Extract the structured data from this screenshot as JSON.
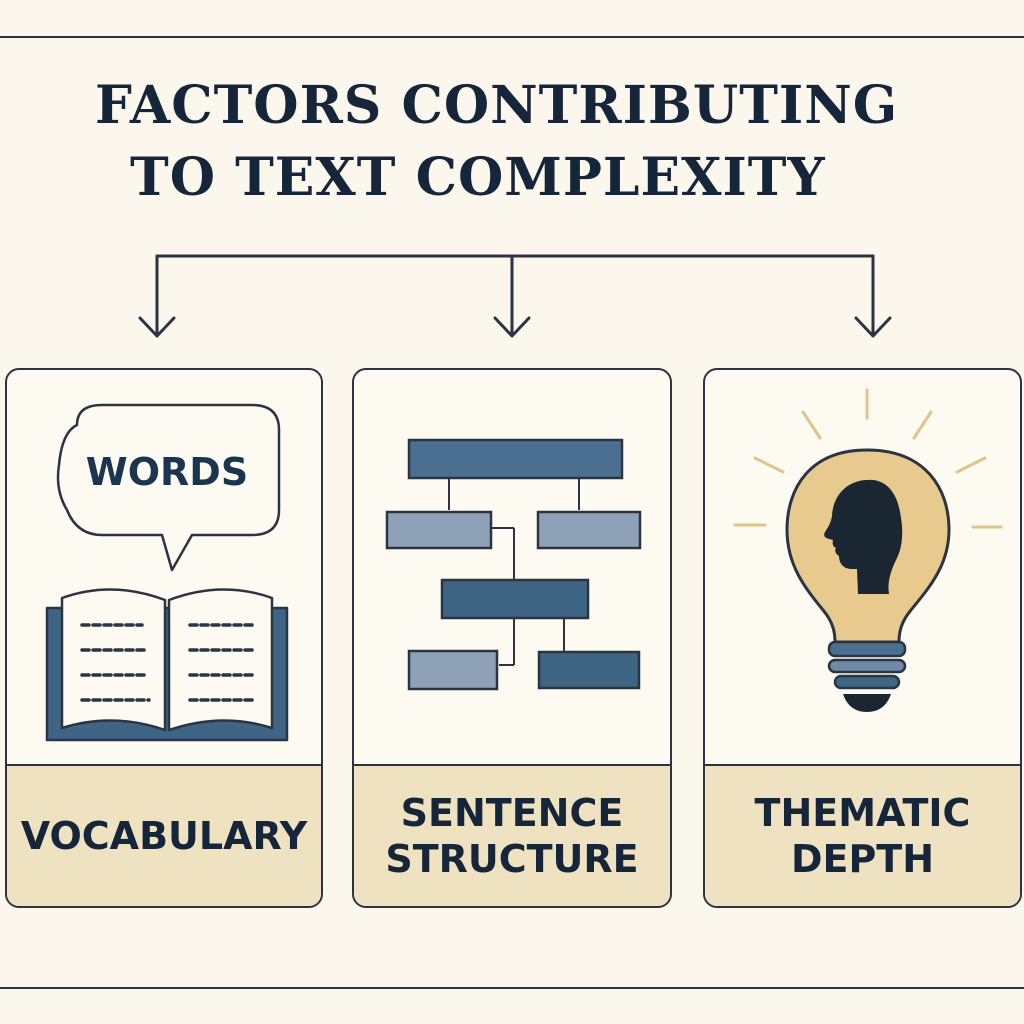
{
  "title": {
    "line1": "FACTORS CONTRIBUTING",
    "line2": "TO TEXT COMPLEXITY"
  },
  "factors": [
    {
      "label": "VOCABULARY",
      "icon": "open-book-with-speech-bubble-icon",
      "bubble_text": "WORDS"
    },
    {
      "label": "SENTENCE\nSTRUCTURE",
      "icon": "sentence-structure-diagram-icon"
    },
    {
      "label": "THEMATIC\nDEPTH",
      "icon": "lightbulb-with-head-icon"
    }
  ],
  "colors": {
    "background": "#fbf7ec",
    "ink": "#1d2b3a",
    "footer_fill": "#efe2c0",
    "primary_blue": "#3f6585",
    "light_blue": "#8ea1b7",
    "bulb_glow": "#e8c98e"
  }
}
